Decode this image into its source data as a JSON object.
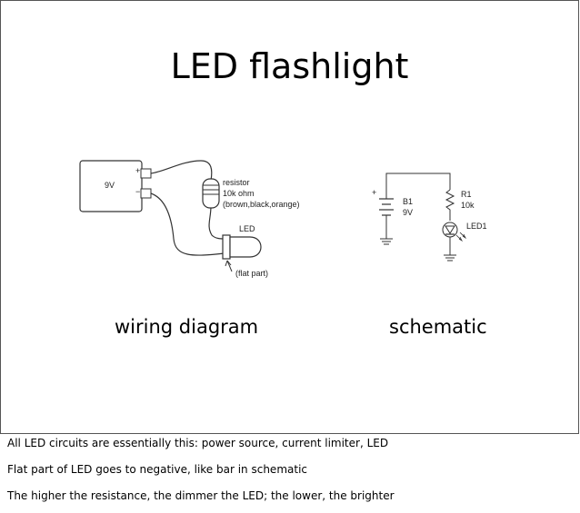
{
  "slide": {
    "title": "LED flashlight",
    "captions": {
      "wiring": "wiring diagram",
      "schematic": "schematic"
    }
  },
  "wiring": {
    "battery": "9V",
    "plus": "+",
    "minus": "−",
    "resistor_label": "resistor",
    "resistor_value": "10k ohm",
    "resistor_colors": "(brown,black,orange)",
    "led_label": "LED",
    "flat_label": "(flat part)"
  },
  "schematic": {
    "battery_ref": "B1",
    "battery_val": "9V",
    "resistor_ref": "R1",
    "resistor_val": "10k",
    "led_ref": "LED1",
    "plus": "+"
  },
  "notes": [
    "All LED circuits are essentially this: power source, current limiter, LED",
    "Flat part of LED goes to negative, like bar in schematic",
    "The higher the resistance, the dimmer the LED; the lower, the brighter"
  ]
}
